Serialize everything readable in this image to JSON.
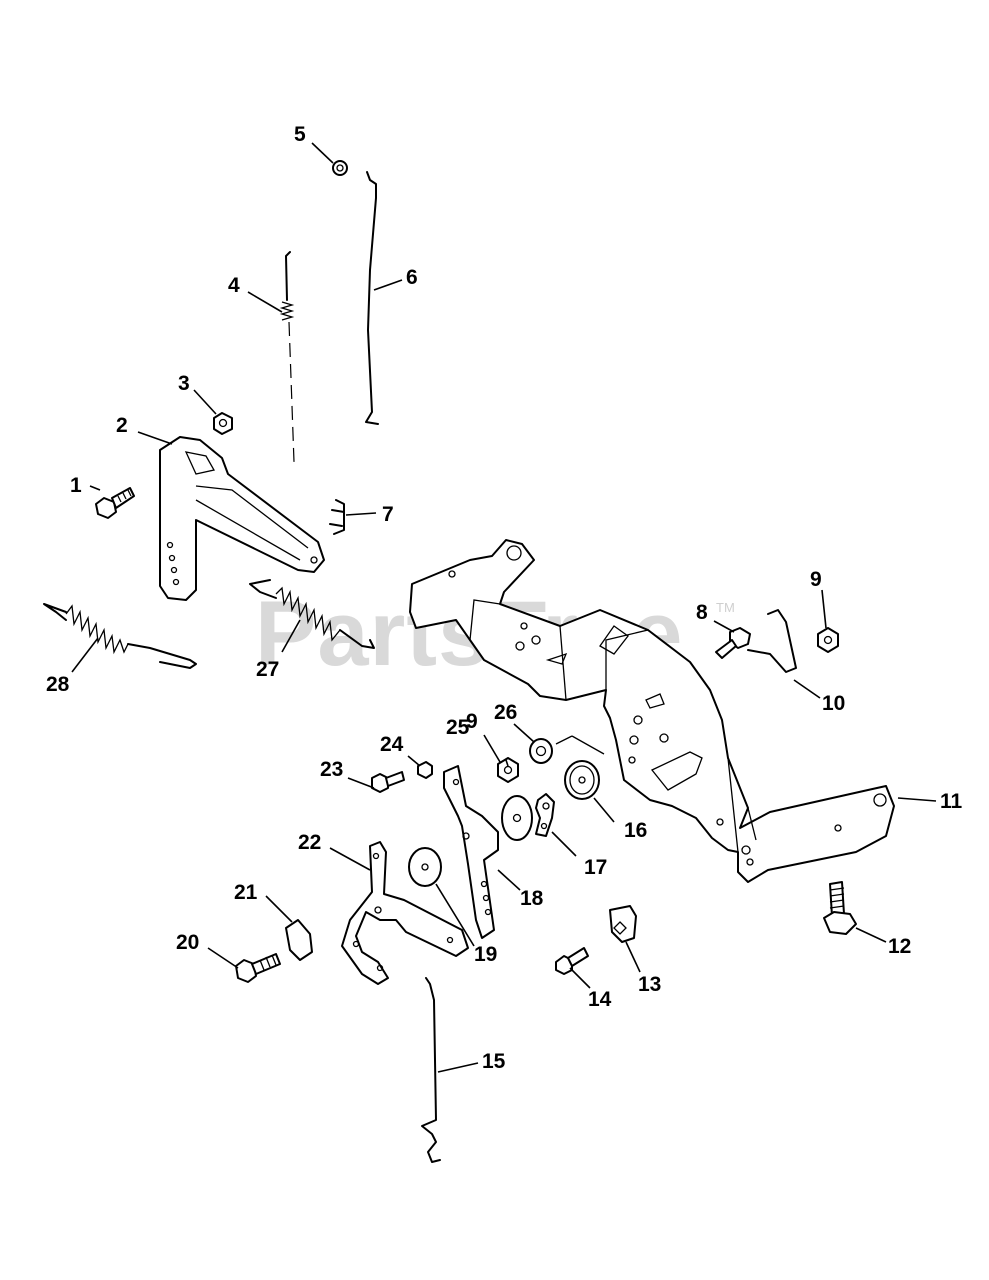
{
  "watermark": {
    "text": "PartsTree",
    "trademark": "TM"
  },
  "callouts": {
    "c1": "1",
    "c2": "2",
    "c3": "3",
    "c4": "4",
    "c5": "5",
    "c6": "6",
    "c7": "7",
    "c8": "8",
    "c9a": "9",
    "c9b": "9",
    "c10": "10",
    "c11": "11",
    "c12": "12",
    "c13": "13",
    "c14": "14",
    "c15": "15",
    "c16": "16",
    "c17": "17",
    "c18": "18",
    "c19": "19",
    "c20": "20",
    "c21": "21",
    "c22": "22",
    "c23": "23",
    "c24": "24",
    "c25": "25",
    "c26": "26",
    "c27": "27",
    "c28": "28"
  }
}
